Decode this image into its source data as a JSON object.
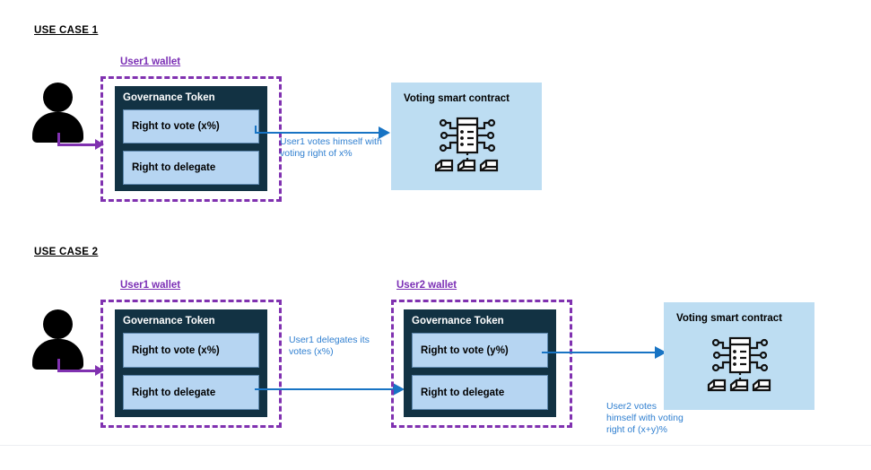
{
  "diagram": {
    "title_use_case_1": "USE CASE 1",
    "title_use_case_2": "USE CASE 2",
    "colors": {
      "wallet_border": "#8031b0",
      "wallet_label": "#7b2fb5",
      "token_card": "#123243",
      "right_row": "#b6d5f2",
      "contract_panel": "#bdddf2",
      "arrow": "#1874c4",
      "note_text": "#2f7fd0",
      "person": "#000000"
    }
  },
  "use_case_1": {
    "heading": "USE CASE 1",
    "wallet": {
      "label": "User1 wallet",
      "token_title": "Governance Token",
      "rights": [
        {
          "label": "Right to vote (x%)"
        },
        {
          "label": "Right to delegate"
        }
      ]
    },
    "flow_note": "User1 votes himself with\nvoting right of x%",
    "contract": {
      "title": "Voting smart contract",
      "icon": "smart-contract-icon"
    }
  },
  "use_case_2": {
    "heading": "USE CASE 2",
    "wallet1": {
      "label": "User1 wallet",
      "token_title": "Governance Token",
      "rights": [
        {
          "label": "Right to vote (x%)"
        },
        {
          "label": "Right to delegate"
        }
      ]
    },
    "wallet2": {
      "label": "User2 wallet",
      "token_title": "Governance Token",
      "rights": [
        {
          "label": "Right to vote (y%)"
        },
        {
          "label": "Right to delegate"
        }
      ]
    },
    "delegate_note": "User1 delegates its\nvotes (x%)",
    "vote_note": "User2 votes\nhimself with voting\nright of (x+y)%",
    "contract": {
      "title": "Voting smart contract",
      "icon": "smart-contract-icon"
    }
  }
}
